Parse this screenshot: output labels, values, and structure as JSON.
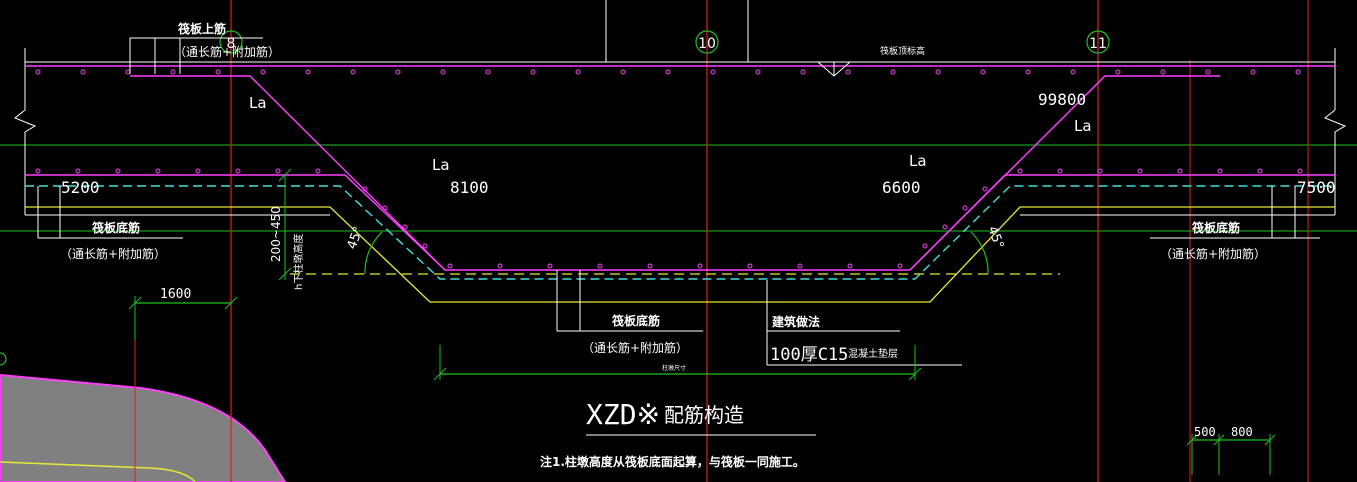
{
  "colors": {
    "background": "#000000",
    "grid_axis": "#e02020",
    "rebar": "#ff40ff",
    "slab_edge": "#e8e838",
    "water_line": "#40e0e0",
    "green_line": "#20c020",
    "white": "#ffffff",
    "gray_fill": "#808080"
  },
  "axis_labels": {
    "axis_8": "8",
    "axis_10": "10",
    "axis_11": "11"
  },
  "top_labels": {
    "top_rebar": "筏板上筋",
    "top_rebar_note": "（通长筋+附加筋）",
    "raft_top_elev": "筏板顶标高"
  },
  "dims": {
    "la_left_top": "La",
    "la_right_top": "La",
    "la_left_mid": "La",
    "la_right_mid": "La",
    "val_99800": "99800",
    "val_5200": "5200",
    "val_8100": "8100",
    "val_6600": "6600",
    "val_7500": "7500",
    "val_1600": "1600",
    "val_500": "500",
    "val_800": "800",
    "depth_range": "200~450",
    "depth_note": "h下柱墩高度",
    "angle_left": "45°",
    "angle_right": "45°",
    "pit_size": "柱墩尺寸"
  },
  "bottom_labels": {
    "left_bottom_rebar": "筏板底筋",
    "left_bottom_note": "（通长筋+附加筋）",
    "right_bottom_rebar": "筏板底筋",
    "right_bottom_note": "（通长筋+附加筋）",
    "center_bottom_rebar": "筏板底筋",
    "center_bottom_note": "（通长筋+附加筋）",
    "construction_method": "建筑做法",
    "c15_layer_prefix": "100厚C15",
    "c15_layer_suffix": "混凝土垫层"
  },
  "title": {
    "main": "XZD※",
    "sub": "配筋构造",
    "note": "注1.柱墩高度从筏板底面起算，与筏板一同施工。"
  }
}
